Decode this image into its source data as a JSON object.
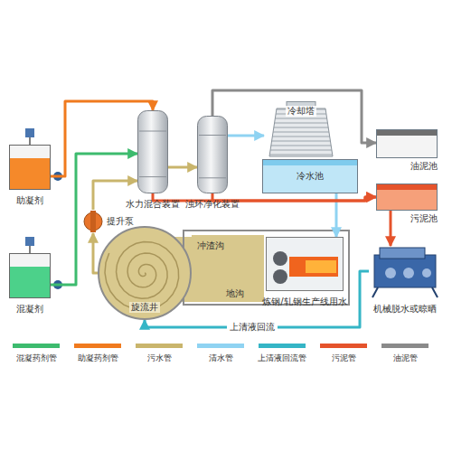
{
  "diagram": {
    "nodes": [
      {
        "text": [
          "助凝剂"
        ]
      },
      {
        "text": [
          "混凝剂"
        ]
      },
      {
        "text": [
          "提升泵"
        ]
      },
      {
        "text": [
          "水力混合装置"
        ]
      },
      {
        "text": [
          "浊环净化装置"
        ]
      },
      {
        "text": [
          "冷却塔"
        ]
      },
      {
        "text": [
          "冷水池"
        ]
      },
      {
        "text": [
          "油泥池"
        ]
      },
      {
        "text": [
          "污泥池"
        ]
      },
      {
        "text": [
          "机械脱水或晾晒"
        ]
      },
      {
        "text": [
          "旋流井"
        ]
      },
      {
        "text": [
          "冲渣沟"
        ]
      },
      {
        "text": [
          "炼钢/轧钢生产线用水"
        ]
      }
    ],
    "edges": [
      {
        "from": 0,
        "to": 3,
        "arrow": "to"
      },
      {
        "from": 1,
        "to": 3,
        "arrow": "to"
      },
      {
        "from": 10,
        "to": 2,
        "arrow": "to"
      },
      {
        "from": 2,
        "to": 3,
        "arrow": "to"
      },
      {
        "from": 3,
        "to": 4,
        "arrow": "to"
      },
      {
        "from": 4,
        "to": 5,
        "arrow": "to"
      },
      {
        "from": 6,
        "to": 12,
        "arrow": "to"
      },
      {
        "from": 3,
        "to": 8,
        "arrow": "to"
      },
      {
        "from": 4,
        "to": 8,
        "arrow": "to"
      },
      {
        "from": 4,
        "to": 7,
        "arrow": "to"
      },
      {
        "from": 8,
        "to": 9,
        "arrow": "to"
      },
      {
        "from": 9,
        "to": 10,
        "label": "上清液回流",
        "arrow": "to"
      }
    ],
    "labels": [
      "地沟"
    ],
    "legend": [
      {
        "text": "混凝药剂管",
        "color": "#3dbb6e"
      },
      {
        "text": "助凝药剂管",
        "color": "#f07a1e"
      },
      {
        "text": "污水管",
        "color": "#c9b56c"
      },
      {
        "text": "清水管",
        "color": "#8fd3f2"
      },
      {
        "text": "上清液回流管",
        "color": "#35b5c6"
      },
      {
        "text": "污泥管",
        "color": "#e5532b"
      },
      {
        "text": "油泥管",
        "color": "#8a8a8a"
      }
    ]
  }
}
